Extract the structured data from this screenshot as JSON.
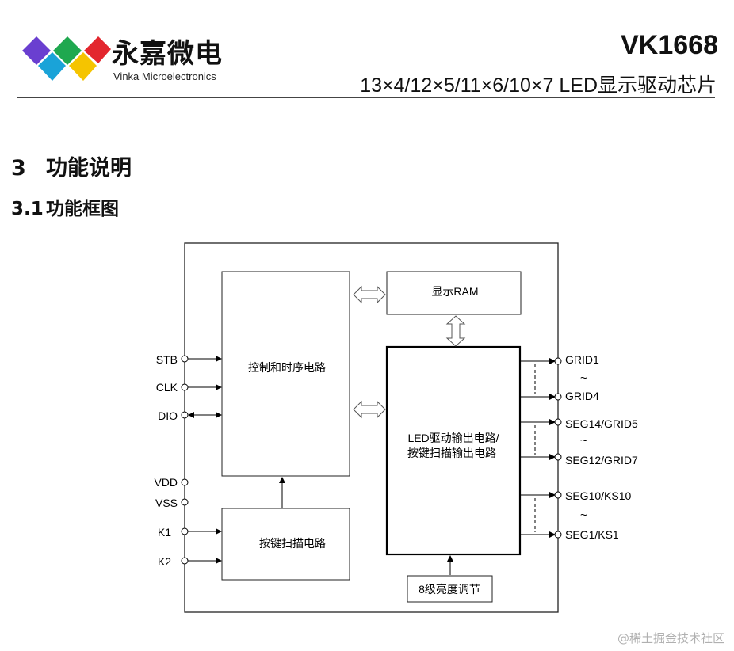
{
  "header": {
    "brand_cn": "永嘉微电",
    "brand_en": "Vinka Microelectronics",
    "part_number": "VK1668",
    "subtitle": "13×4/12×5/11×6/10×7  LED显示驱动芯片",
    "logo_colors": [
      "#6a3fd0",
      "#1fa84f",
      "#e3262e",
      "#1aa3d8",
      "#f5c400"
    ]
  },
  "section": {
    "number": "3",
    "title": "功能说明"
  },
  "subsection": {
    "number": "3.1",
    "title": "功能框图"
  },
  "diagram": {
    "blocks": {
      "control": "控制和时序电路",
      "ram": "显示RAM",
      "led_driver_line1": "LED驱动输出电路/",
      "led_driver_line2": "按键扫描输出电路",
      "key_scan": "按键扫描电路",
      "brightness": "8级亮度调节"
    },
    "left_pins": {
      "stb": "STB",
      "clk": "CLK",
      "dio": "DIO",
      "vdd": "VDD",
      "vss": "VSS",
      "k1": "K1",
      "k2": "K2"
    },
    "right_pins": {
      "grid1": "GRID1",
      "grid4": "GRID4",
      "seg14": "SEG14/GRID5",
      "seg12": "SEG12/GRID7",
      "seg10": "SEG10/KS10",
      "seg1": "SEG1/KS1"
    },
    "range_mark": "~"
  },
  "watermark": "@稀土掘金技术社区"
}
